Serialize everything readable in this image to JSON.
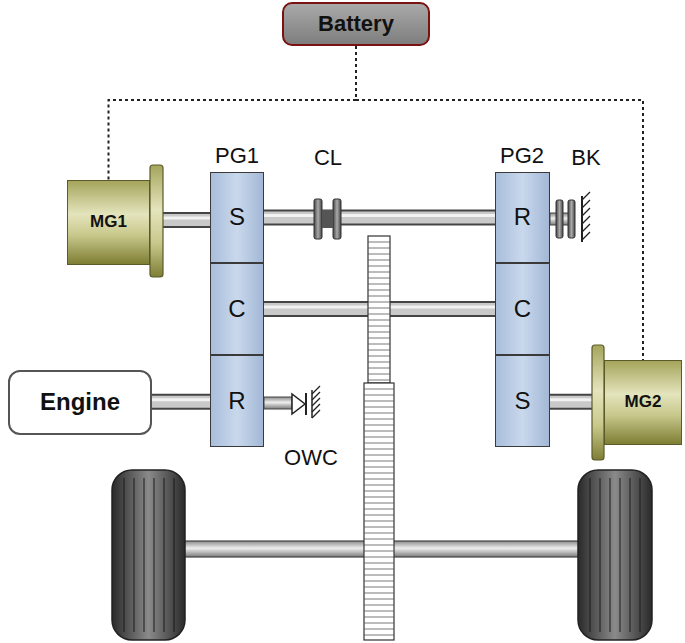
{
  "diagram": {
    "nodes": [
      {
        "text": [
          "Battery"
        ]
      },
      {
        "text": [
          "MG1"
        ]
      },
      {
        "text": [
          "S"
        ]
      },
      {
        "text": [
          "R"
        ]
      },
      {
        "text": [
          "C"
        ]
      },
      {
        "text": [
          "C"
        ]
      },
      {
        "text": [
          "Engine"
        ]
      },
      {
        "text": [
          "R"
        ]
      },
      {
        "text": [
          "S"
        ]
      },
      {
        "text": [
          "MG2"
        ]
      }
    ],
    "edges": [
      {
        "from": 0,
        "to": 1,
        "arrow": "none"
      },
      {
        "from": 0,
        "to": 9,
        "arrow": "none"
      },
      {
        "from": 1,
        "to": 2,
        "arrow": "none"
      },
      {
        "from": 2,
        "to": 3,
        "arrow": "none"
      },
      {
        "from": 4,
        "to": 5,
        "arrow": "none"
      },
      {
        "from": 6,
        "to": 7,
        "arrow": "none"
      },
      {
        "from": 8,
        "to": 9,
        "arrow": "none"
      }
    ],
    "labels": [
      "PG1",
      "PG2",
      "CL",
      "BK",
      "OWC"
    ]
  }
}
